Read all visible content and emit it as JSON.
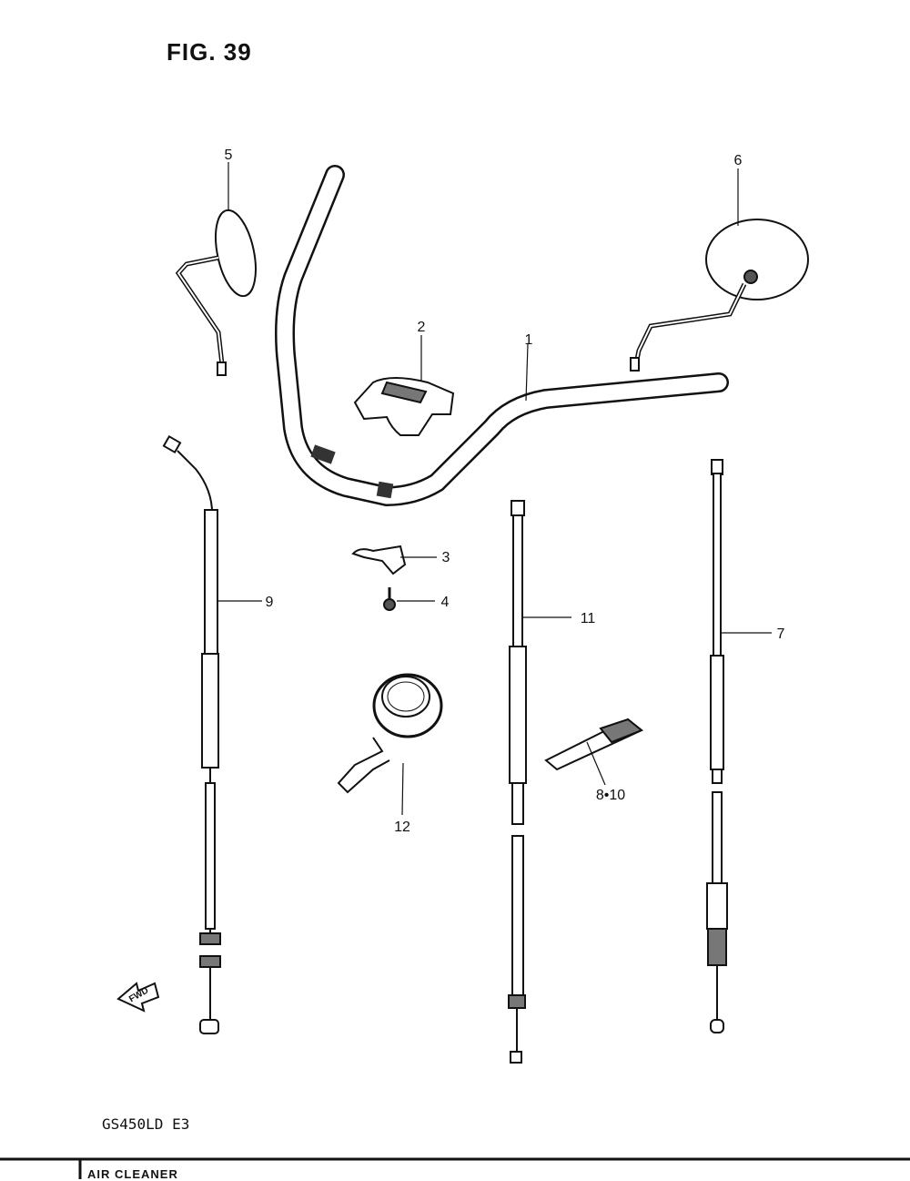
{
  "figure": {
    "title": "FIG. 39"
  },
  "model": {
    "label": "GS450LD E3"
  },
  "footer": {
    "text": "AIR CLEANER"
  },
  "fwd": {
    "label": "FWD"
  },
  "callouts": [
    "1",
    "2",
    "3",
    "4",
    "5",
    "6",
    "7",
    "8•10",
    "9",
    "11",
    "12"
  ]
}
